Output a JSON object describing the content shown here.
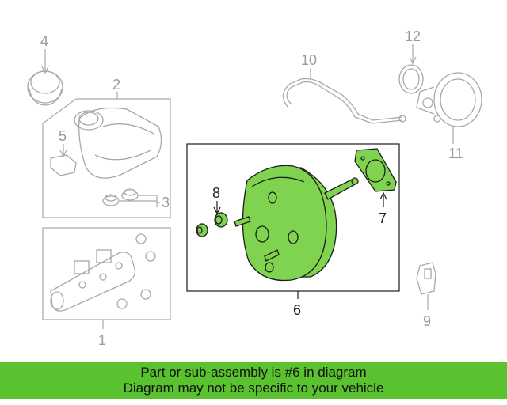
{
  "callouts": {
    "c1": "1",
    "c2": "2",
    "c3": "3",
    "c4": "4",
    "c5": "5",
    "c6": "6",
    "c7": "7",
    "c8": "8",
    "c9": "9",
    "c10": "10",
    "c11": "11",
    "c12": "12"
  },
  "banner": {
    "line1": "Part or sub-assembly is #6 in diagram",
    "line2": "Diagram may not be specific to your vehicle"
  },
  "colors": {
    "highlight": "#7fd34e",
    "banner": "#5ac12f",
    "gray_part": "#a8a8a8",
    "dark_line": "#1c1c1c"
  }
}
